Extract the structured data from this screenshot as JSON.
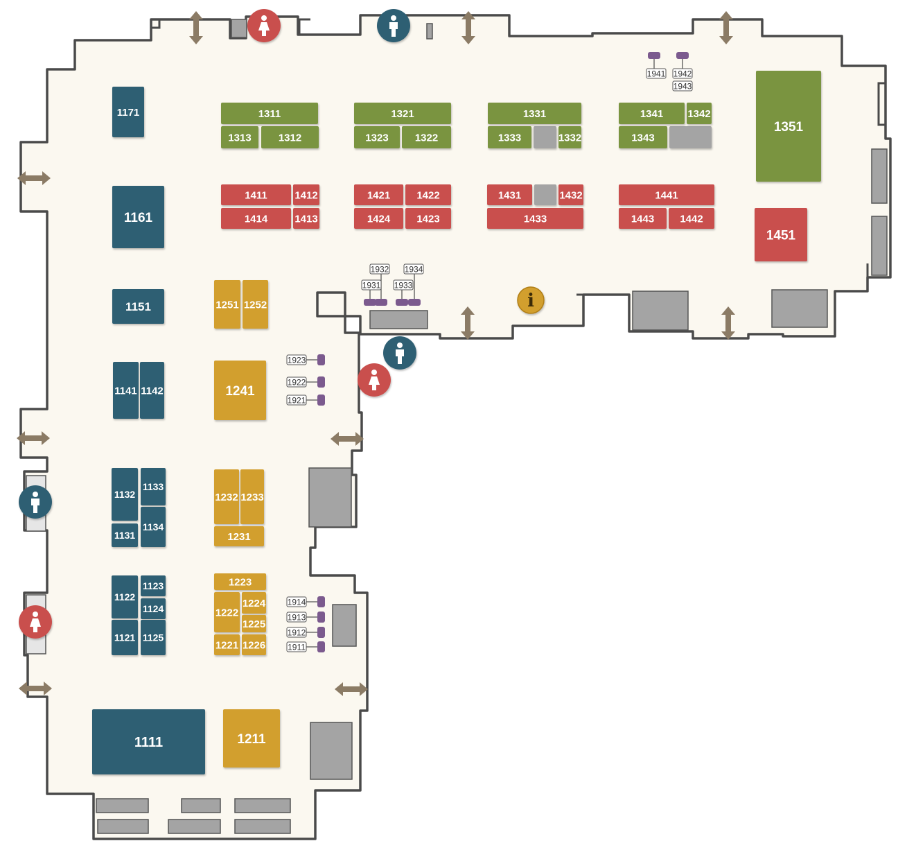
{
  "colors": {
    "floor": "#fbf8f0",
    "wall": "#4a4a4a",
    "blue": "#2f5f73",
    "green": "#7a9441",
    "red": "#c9504d",
    "gold": "#d29f2d",
    "gray": "#a4a4a4",
    "kiosk": "#7b5a8e",
    "arrow": "#8b7b65",
    "info": "#d29f2d",
    "restroom_women": "#c9504d",
    "restroom_men": "#2f5f73"
  },
  "icons": {
    "exit": "double-arrow-icon",
    "women": "womens-restroom-icon",
    "men": "mens-restroom-icon",
    "info": "information-icon"
  },
  "info_symbol": "i",
  "booths": {
    "blue": [
      "1171",
      "1161",
      "1151",
      "1141",
      "1142",
      "1132",
      "1133",
      "1131",
      "1134",
      "1122",
      "1123",
      "1124",
      "1121",
      "1125",
      "1111"
    ],
    "green": [
      "1311",
      "1313",
      "1312",
      "1321",
      "1323",
      "1322",
      "1331",
      "1333",
      "1332",
      "1341",
      "1342",
      "1343",
      "1351"
    ],
    "red": [
      "1411",
      "1412",
      "1414",
      "1413",
      "1421",
      "1422",
      "1424",
      "1423",
      "1431",
      "1432",
      "1433",
      "1441",
      "1443",
      "1442",
      "1451"
    ],
    "gold": [
      "1251",
      "1252",
      "1241",
      "1232",
      "1233",
      "1231",
      "1223",
      "1222",
      "1224",
      "1225",
      "1221",
      "1226",
      "1211"
    ]
  },
  "kiosks": [
    "1941",
    "1942",
    "1943",
    "1932",
    "1934",
    "1931",
    "1933",
    "1923",
    "1922",
    "1921",
    "1914",
    "1913",
    "1912",
    "1911"
  ]
}
